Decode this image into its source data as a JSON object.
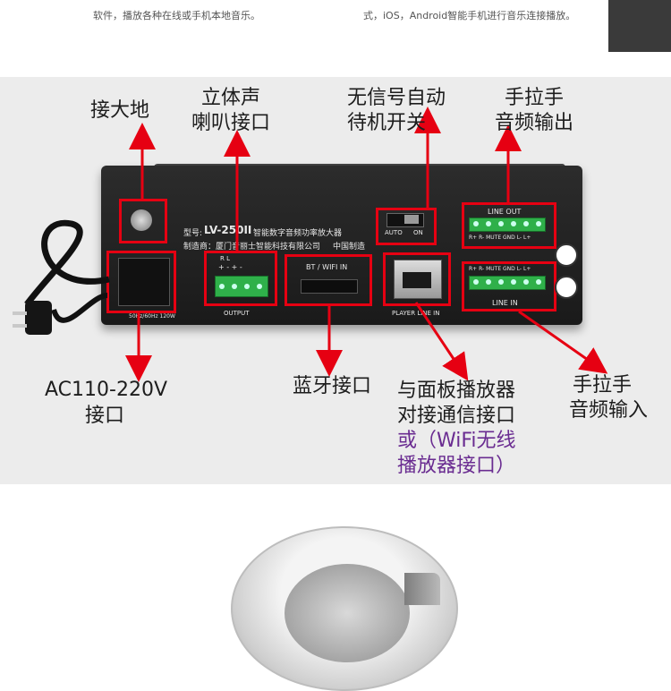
{
  "intro": {
    "left_line": "软件，播放各种在线或手机本地音乐。",
    "right_line": "式，iOS，Android智能手机进行音乐连接播放。"
  },
  "callouts": {
    "ground": "接大地",
    "stereo_1": "立体声",
    "stereo_2": "喇叭接口",
    "standby_1": "无信号自动",
    "standby_2": "待机开关",
    "line_out_1": "手拉手",
    "line_out_2": "音频输出",
    "power_1": "AC110-220V",
    "power_2": "接口",
    "bluetooth": "蓝牙接口",
    "panel_1": "与面板播放器",
    "panel_2": "对接通信接口",
    "panel_3": "或（WiFi无线",
    "panel_4": "播放器接口）",
    "line_in_1": "手拉手",
    "line_in_2": "音频输入"
  },
  "device": {
    "model_prefix": "型号:",
    "model": "LV-250II",
    "model_desc": "智能数字音频功率放大器",
    "maker": "制造商：厦门音丽士智能科技有限公司",
    "made_in": "中国制造",
    "line_out_label": "LINE OUT",
    "line_in_label": "LINE IN",
    "pin_labels": "R+  R-  MUTE GND  L-  L+",
    "auto": "AUTO",
    "on": "ON",
    "bt_label": "BT / WIFI IN",
    "output_label": "OUTPUT",
    "player_label": "PLAYER LINE IN",
    "rl_label": "R        L",
    "pm_label": "+  -    +  -",
    "power_rating": "50Hz/60Hz 120W"
  },
  "colors": {
    "highlight_red": "#e60012",
    "purple_text": "#6a2c91",
    "terminal_green": "#2fb04a"
  }
}
